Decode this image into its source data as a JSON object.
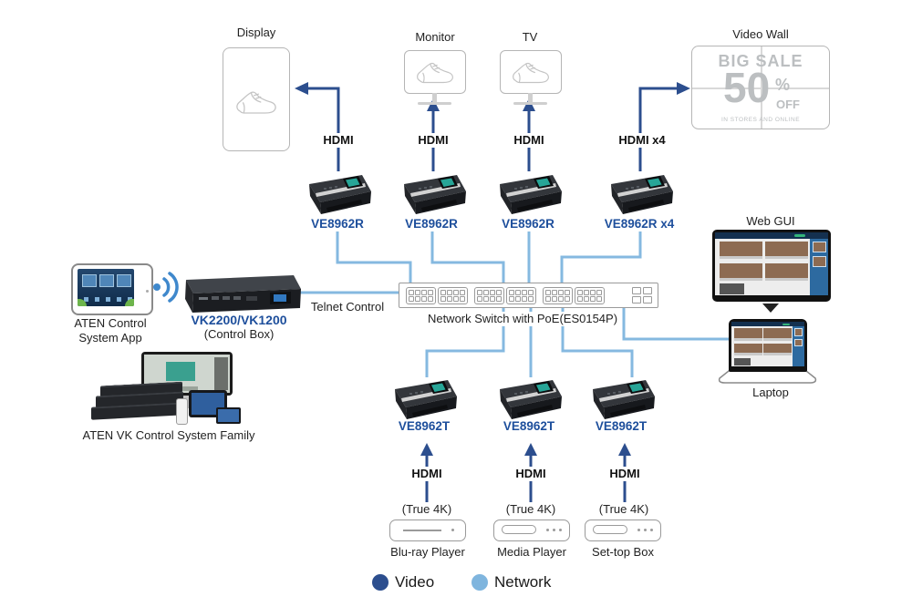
{
  "displays": {
    "display": "Display",
    "monitor": "Monitor",
    "tv": "TV",
    "video_wall": "Video Wall"
  },
  "video_wall_content": {
    "headline": "BIG SALE",
    "number": "50",
    "percent": "%",
    "off": "OFF",
    "tagline": "IN STORES AND ONLINE"
  },
  "links": {
    "hdmi_display": "HDMI",
    "hdmi_monitor": "HDMI",
    "hdmi_tv": "HDMI",
    "hdmi_wall": "HDMI x4",
    "hdmi_src1": "HDMI",
    "hdmi_src2": "HDMI",
    "hdmi_src3": "HDMI",
    "true4k_1": "(True 4K)",
    "true4k_2": "(True 4K)",
    "true4k_3": "(True 4K)",
    "telnet": "Telnet Control"
  },
  "receivers": [
    {
      "name": "VE8962R"
    },
    {
      "name": "VE8962R"
    },
    {
      "name": "VE8962R"
    },
    {
      "name": "VE8962R x4"
    }
  ],
  "transmitters": [
    {
      "name": "VE8962T"
    },
    {
      "name": "VE8962T"
    },
    {
      "name": "VE8962T"
    }
  ],
  "switch": {
    "name": "Network Switch with PoE(ES0154P)"
  },
  "control": {
    "app_line1": "ATEN Control",
    "app_line2": "System App",
    "box_name": "VK2200/VK1200",
    "box_sub": "(Control Box)",
    "family": "ATEN VK Control System Family"
  },
  "right": {
    "web_gui": "Web GUI",
    "laptop": "Laptop"
  },
  "sources": [
    {
      "name": "Blu-ray Player"
    },
    {
      "name": "Media Player"
    },
    {
      "name": "Set-top Box"
    }
  ],
  "legend": {
    "items": [
      {
        "label": "Video",
        "color": "#2c4e8e"
      },
      {
        "label": "Network",
        "color": "#7fb5de"
      }
    ]
  }
}
